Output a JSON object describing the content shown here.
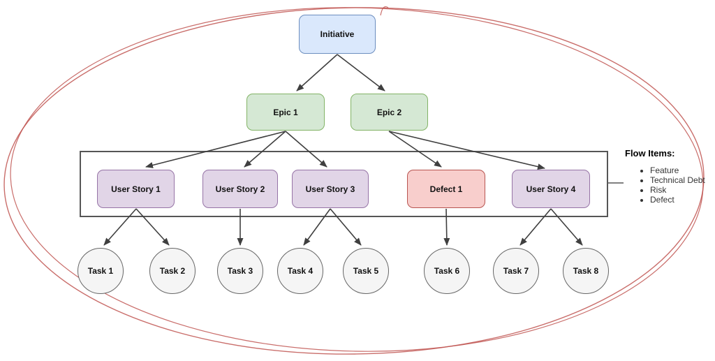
{
  "diagram": {
    "type": "hierarchy-tree",
    "nodes": {
      "initiative": {
        "label": "Initiative",
        "type": "initiative"
      },
      "epics": [
        {
          "label": "Epic 1"
        },
        {
          "label": "Epic 2"
        }
      ],
      "flow_items_row": [
        {
          "label": "User Story 1",
          "type": "user-story"
        },
        {
          "label": "User Story 2",
          "type": "user-story"
        },
        {
          "label": "User Story 3",
          "type": "user-story"
        },
        {
          "label": "Defect 1",
          "type": "defect"
        },
        {
          "label": "User Story 4",
          "type": "user-story"
        }
      ],
      "tasks": [
        "Task 1",
        "Task 2",
        "Task 3",
        "Task 4",
        "Task 5",
        "Task 6",
        "Task 7",
        "Task 8"
      ]
    },
    "edges": [
      "Initiative->Epic 1",
      "Initiative->Epic 2",
      "Epic 1->User Story 1",
      "Epic 1->User Story 2",
      "Epic 1->User Story 3",
      "Epic 2->Defect 1",
      "Epic 2->User Story 4",
      "User Story 1->Task 1",
      "User Story 1->Task 2",
      "User Story 2->Task 3",
      "User Story 3->Task 4",
      "User Story 3->Task 5",
      "Defect 1->Task 6",
      "User Story 4->Task 7",
      "User Story 4->Task 8"
    ]
  },
  "legend": {
    "title": "Flow Items:",
    "items": [
      "Feature",
      "Technical Debt",
      "Risk",
      "Defect"
    ]
  },
  "colors": {
    "initiative_fill": "#dae8fc",
    "initiative_stroke": "#6c8ebf",
    "epic_fill": "#d5e8d4",
    "epic_stroke": "#82b366",
    "user_story_fill": "#e1d5e7",
    "user_story_stroke": "#9673a6",
    "defect_fill": "#f8cecc",
    "defect_stroke": "#b85450",
    "task_fill": "#f5f5f5",
    "task_stroke": "#666666",
    "connector": "#3f3f3f",
    "group_rect_stroke": "#565656",
    "annotation_ellipse": "#bf5350"
  }
}
